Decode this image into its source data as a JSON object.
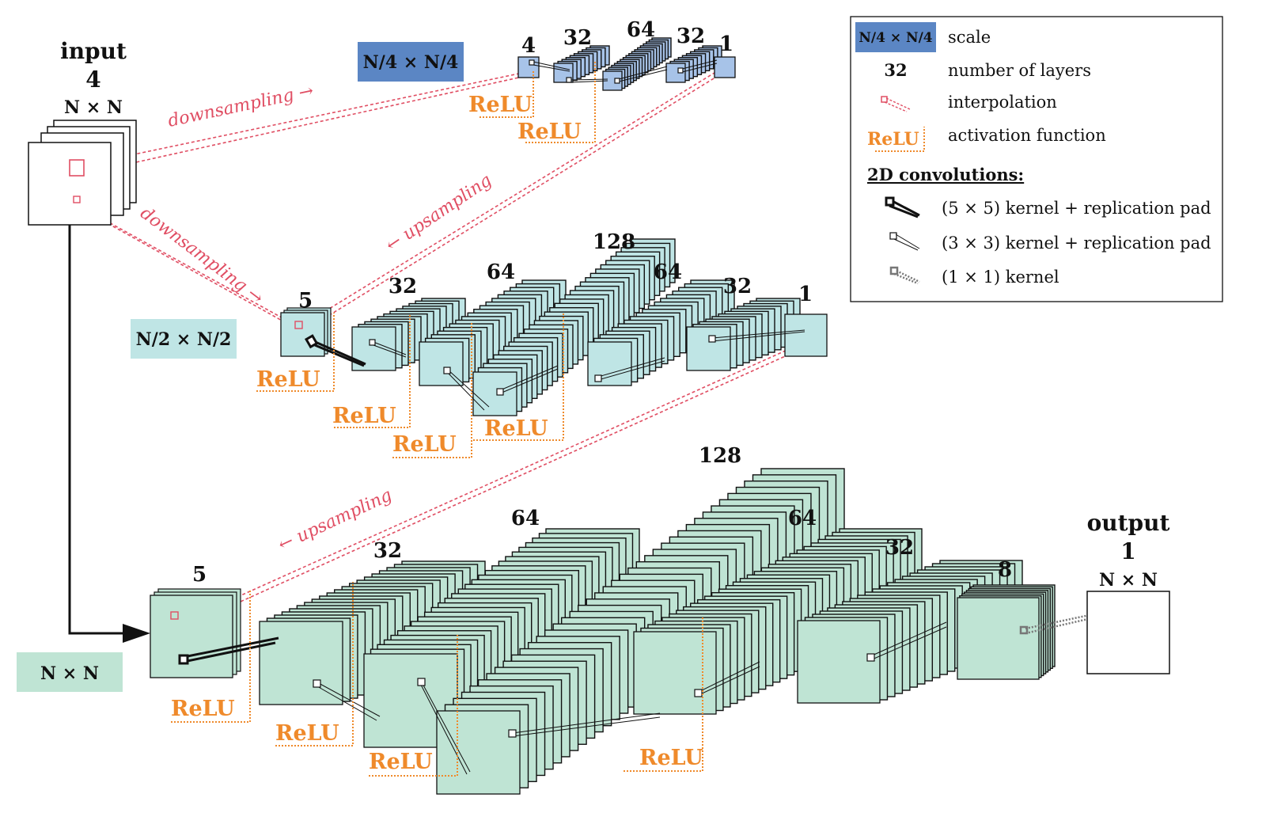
{
  "colors": {
    "quarter": "#a7c3e8",
    "quarter_label_bg": "#5b86c4",
    "half": "#bfe5e5",
    "full": "#bfe4d4",
    "relu": "#ef8a2b",
    "interp": "#e04e63"
  },
  "input": {
    "title": "input",
    "channels": "4",
    "size": "N × N"
  },
  "output": {
    "title": "output",
    "channels": "1",
    "size": "N × N"
  },
  "scales": {
    "quarter": "N/4 × N/4",
    "half": "N/2 × N/2",
    "full": "N × N"
  },
  "labels": {
    "downsampling": "downsampling →",
    "upsampling": "← upsampling",
    "relu": "ReLU"
  },
  "rows": {
    "quarter": {
      "layers": [
        "4",
        "32",
        "64",
        "32",
        "1"
      ]
    },
    "half": {
      "layers": [
        "5",
        "32",
        "64",
        "128",
        "64",
        "32",
        "1"
      ]
    },
    "full": {
      "layers": [
        "5",
        "32",
        "64",
        "128",
        "64",
        "32",
        "8"
      ]
    }
  },
  "legend": {
    "scale_swatch": "N/4 × N/4",
    "scale_text": "scale",
    "layers_swatch": "32",
    "layers_text": "number of layers",
    "interp_text": "interpolation",
    "relu_swatch": "ReLU",
    "relu_text": "activation function",
    "conv_heading": "2D convolutions:",
    "k5": "(5 × 5) kernel + replication pad",
    "k3": "(3 × 3) kernel + replication pad",
    "k1": "(1 × 1) kernel",
    "icons": [
      "kernel-5x5-icon",
      "kernel-3x3-icon",
      "kernel-1x1-icon"
    ]
  }
}
